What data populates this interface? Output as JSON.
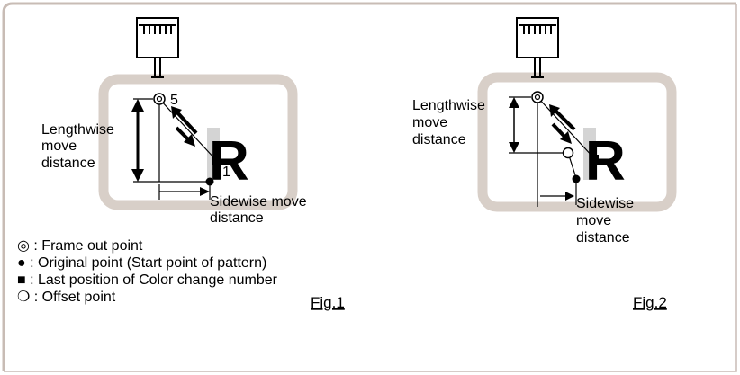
{
  "fig1": {
    "caption": "Fig.1",
    "lengthwise_label": [
      "Lengthwise",
      "move",
      "distance"
    ],
    "sidewise_label": [
      "Sidewise move",
      "distance"
    ],
    "marker_top": "5",
    "marker_bottom": "1",
    "letter": "R"
  },
  "fig2": {
    "caption": "Fig.2",
    "lengthwise_label": [
      "Lengthwise",
      "move",
      "distance"
    ],
    "sidewise_label": [
      "Sidewise",
      "move",
      "distance"
    ],
    "letter": "R"
  },
  "legend": [
    {
      "icon": "double-circle-icon",
      "symbol": "◎",
      "text": " : Frame out point"
    },
    {
      "icon": "filled-circle-icon",
      "symbol": "●",
      "text": " : Original point (Start point of pattern)"
    },
    {
      "icon": "filled-square-icon",
      "symbol": "■",
      "text": " : Last position of Color change number"
    },
    {
      "icon": "open-circle-icon",
      "symbol": "❍",
      "text": " : Offset point"
    }
  ],
  "colors": {
    "outer_border": "#c8bcb5",
    "hoop_frame": "#d8cfc8",
    "letter_light": "#d4d4d4",
    "letter_dark": "#333333",
    "ink": "#000000"
  }
}
